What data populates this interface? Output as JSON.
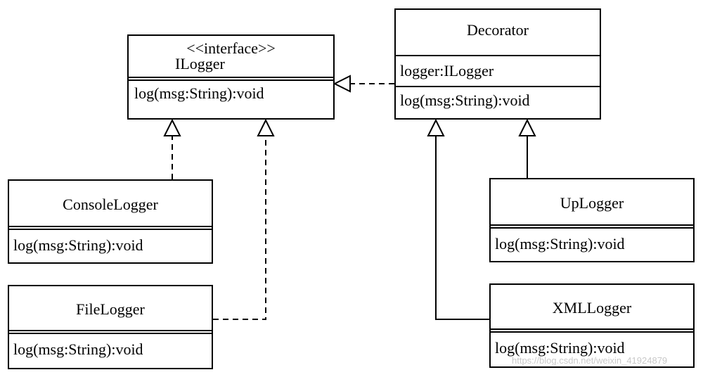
{
  "classes": {
    "ilogger": {
      "stereotype": "<<interface>>",
      "name": "ILogger",
      "method": "log(msg:String):void"
    },
    "decorator": {
      "name": "Decorator",
      "attribute": "logger:ILogger",
      "method": "log(msg:String):void"
    },
    "console_logger": {
      "name": "ConsoleLogger",
      "method": "log(msg:String):void"
    },
    "file_logger": {
      "name": "FileLogger",
      "method": "log(msg:String):void"
    },
    "up_logger": {
      "name": "UpLogger",
      "method": "log(msg:String):void"
    },
    "xml_logger": {
      "name": "XMLLogger",
      "method": "log(msg:String):void"
    }
  },
  "relations": [
    {
      "from": "Decorator",
      "to": "ILogger",
      "type": "realization"
    },
    {
      "from": "ConsoleLogger",
      "to": "ILogger",
      "type": "realization"
    },
    {
      "from": "FileLogger",
      "to": "ILogger",
      "type": "realization"
    },
    {
      "from": "UpLogger",
      "to": "Decorator",
      "type": "generalization"
    },
    {
      "from": "XMLLogger",
      "to": "Decorator",
      "type": "generalization"
    }
  ],
  "watermark": "https://blog.csdn.net/weixin_41924879"
}
